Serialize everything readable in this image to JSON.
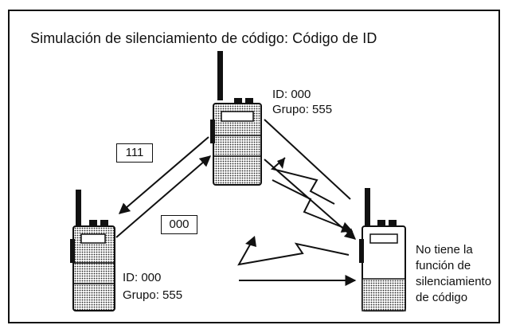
{
  "title": "Simulación de silenciamiento de código: Código de ID",
  "radios": {
    "top": {
      "id_line": "ID: 000",
      "group_line": "Grupo: 555"
    },
    "left": {
      "id_line": "ID: 000",
      "group_line": "Grupo: 555"
    },
    "right": {
      "lines": [
        "No tiene la",
        "función de",
        "silenciamiento",
        "de código"
      ]
    }
  },
  "codes": {
    "upper": "111",
    "lower": "000"
  }
}
